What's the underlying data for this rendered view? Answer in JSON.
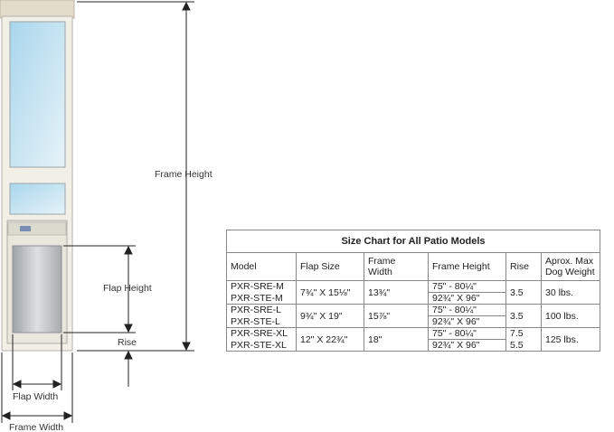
{
  "diagram": {
    "labels": {
      "frame_height": "Frame Height",
      "flap_height": "Flap Height",
      "rise": "Rise",
      "flap_width": "Flap Width",
      "frame_width": "Frame Width"
    },
    "colors": {
      "frame": "#f1efe6",
      "glass": "#bfe0ef",
      "flap": "#c8ccd0",
      "dim_line": "#222222"
    }
  },
  "table": {
    "title": "Size Chart for All Patio Models",
    "headers": [
      "Model",
      "Flap Size",
      "Frame\nWidth",
      "Frame Height",
      "Rise",
      "Aprox. Max\nDog Weight"
    ],
    "rows": [
      {
        "models": [
          "PXR-SRE-M",
          "PXR-STE-M"
        ],
        "flap_size": "7¾\" X 15⅛\"",
        "frame_width": "13¾\"",
        "frame_heights": [
          "75\" - 80¼\"",
          "92¾\" X 96\""
        ],
        "rise": [
          "3.5"
        ],
        "weight": "30 lbs."
      },
      {
        "models": [
          "PXR-SRE-L",
          "PXR-STE-L"
        ],
        "flap_size": "9¾\" X 19\"",
        "frame_width": "15⅞\"",
        "frame_heights": [
          "75\" - 80¼\"",
          "92¾\" X 96\""
        ],
        "rise": [
          "3.5"
        ],
        "weight": "100 lbs."
      },
      {
        "models": [
          "PXR-SRE-XL",
          "PXR-STE-XL"
        ],
        "flap_size": "12\" X 22¾\"",
        "frame_width": "18\"",
        "frame_heights": [
          "75\" - 80¼\"",
          "92¾\" X 96\""
        ],
        "rise": [
          "7.5",
          "5.5"
        ],
        "weight": "125 lbs."
      }
    ]
  }
}
